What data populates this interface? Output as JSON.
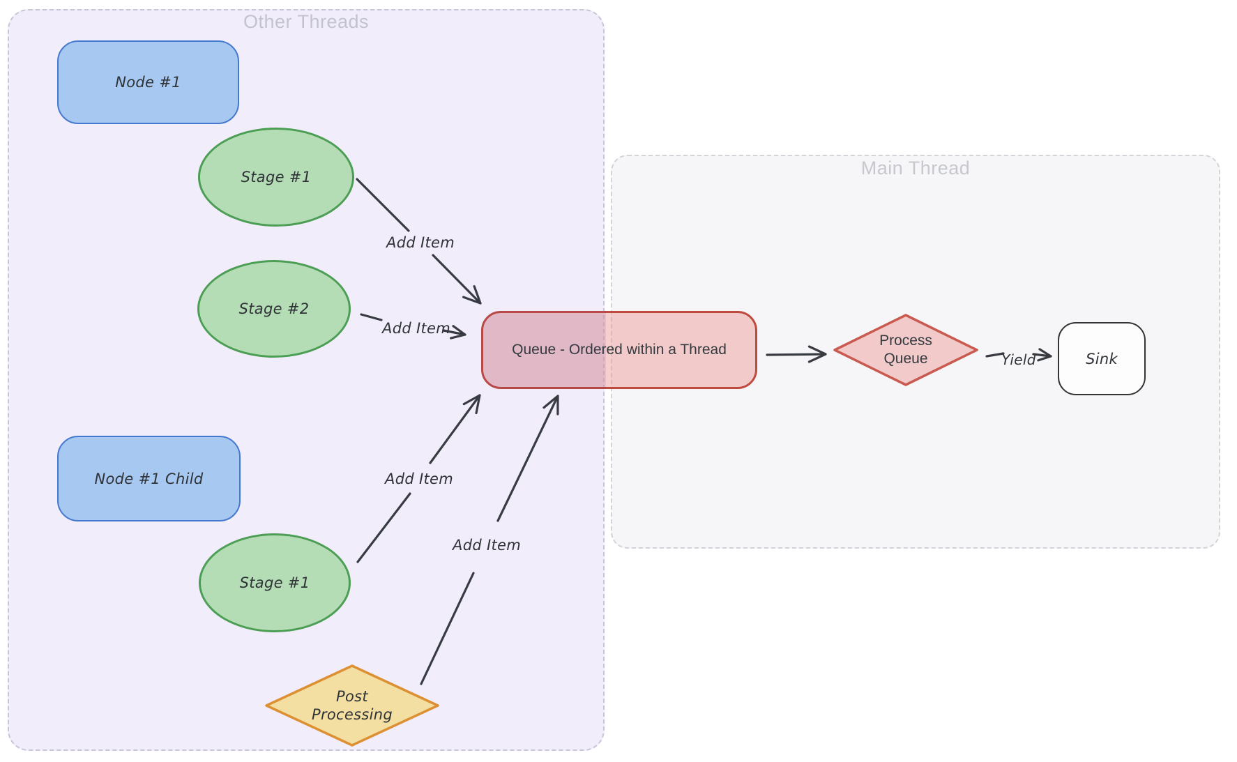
{
  "containers": {
    "other_threads": "Other Threads",
    "main_thread": "Main Thread"
  },
  "nodes": {
    "node1": "Node #1",
    "stage1_top": "Stage #1",
    "stage2": "Stage #2",
    "node1_child": "Node #1 Child",
    "stage1_bottom": "Stage #1",
    "post_processing": "Post Processing",
    "queue": "Queue - Ordered within a Thread",
    "process_queue": "Process Queue",
    "sink": "Sink"
  },
  "edge_labels": {
    "add_item_1": "Add Item",
    "add_item_2": "Add Item",
    "add_item_3": "Add Item",
    "add_item_4": "Add Item",
    "yield": "Yield"
  },
  "colors": {
    "container_other_bg": "#f1edfa",
    "container_main_bg": "#f6f6f8",
    "blue_fill": "#a6c8f1",
    "blue_stroke": "#4579cf",
    "green_fill": "#b4ddb6",
    "green_stroke": "#4d9e55",
    "red_stroke": "#bf4a3e",
    "red_fill": "rgba(236,148,144,0.45)",
    "yellow_fill": "#f3dfa2",
    "yellow_stroke": "#dd9033",
    "sink_stroke": "#343434",
    "ink": "#383b41",
    "title_gray": "#c2c3ce"
  }
}
